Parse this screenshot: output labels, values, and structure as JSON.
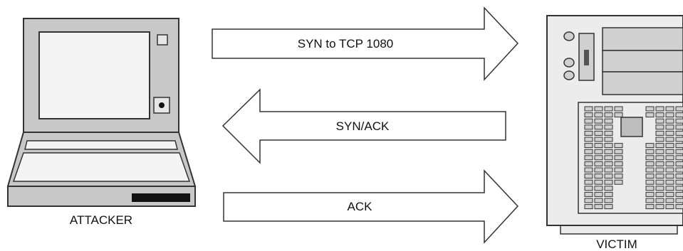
{
  "diagram": {
    "attacker": {
      "label": "ATTACKER"
    },
    "victim": {
      "label": "VICTIM"
    },
    "arrows": [
      {
        "label": "SYN to TCP 1080",
        "direction": "right"
      },
      {
        "label": "SYN/ACK",
        "direction": "left"
      },
      {
        "label": "ACK",
        "direction": "right"
      }
    ],
    "colors": {
      "laptop_body": "#c8c8c8",
      "laptop_dark": "#9a9a9a",
      "screen": "#f4f4f4",
      "victim_body": "#ececec",
      "outline": "#333333"
    }
  }
}
